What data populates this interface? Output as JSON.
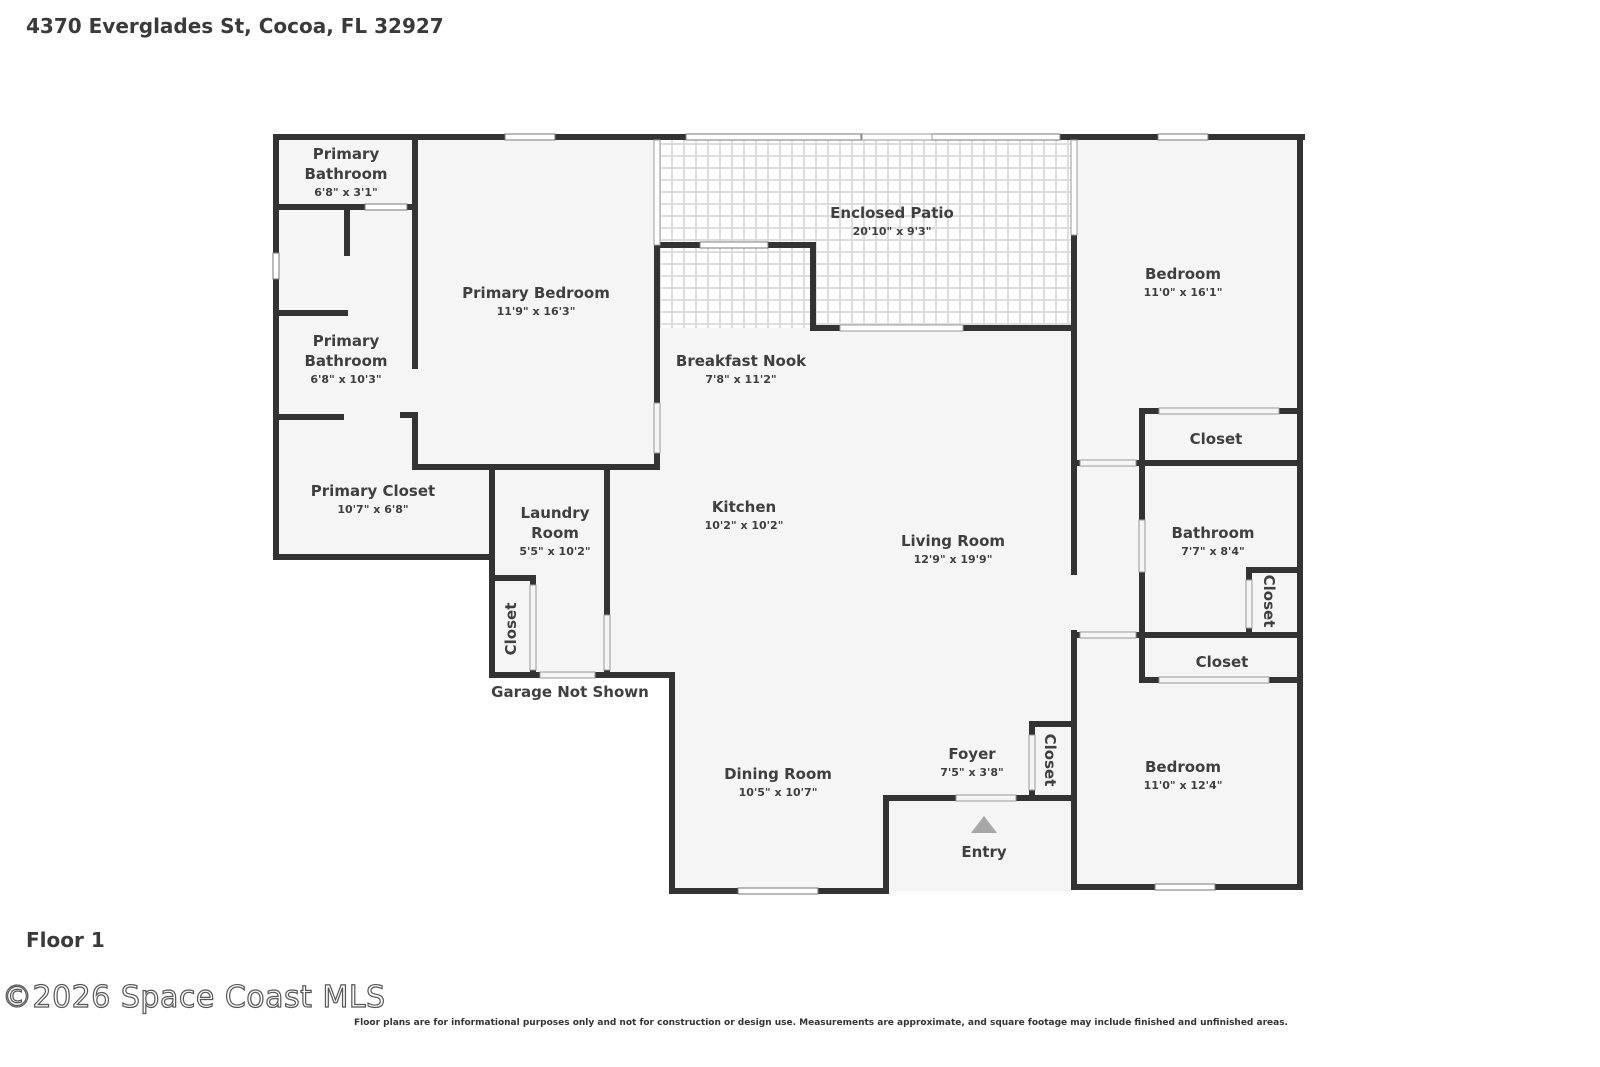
{
  "address": "4370 Everglades St, Cocoa, FL 32927",
  "floor_label": "Floor 1",
  "watermark": "©2026 Space Coast MLS",
  "disclaimer": "Floor plans are for informational purposes only and not for construction or design use. Measurements are approximate, and square footage may include finished and unfinished areas.",
  "colors": {
    "wall": "#333333",
    "floor": "#f5f5f5",
    "window": "#ffffff",
    "patio_grid": "#dddddd",
    "text": "#3f3f3f"
  },
  "rooms": {
    "primary_bath_1": {
      "name1": "Primary",
      "name2": "Bathroom",
      "dims": "6'8\" x 3'1\""
    },
    "primary_bedroom": {
      "name": "Primary Bedroom",
      "dims": "11'9\" x 16'3\""
    },
    "enclosed_patio": {
      "name": "Enclosed Patio",
      "dims": "20'10\" x 9'3\""
    },
    "bedroom_1": {
      "name": "Bedroom",
      "dims": "11'0\" x 16'1\""
    },
    "primary_bath_2": {
      "name1": "Primary",
      "name2": "Bathroom",
      "dims": "6'8\" x 10'3\""
    },
    "breakfast_nook": {
      "name": "Breakfast Nook",
      "dims": "7'8\" x 11'2\""
    },
    "closet_1": {
      "name": "Closet"
    },
    "primary_closet": {
      "name": "Primary Closet",
      "dims": "10'7\" x 6'8\""
    },
    "laundry": {
      "name1": "Laundry",
      "name2": "Room",
      "dims": "5'5\" x 10'2\""
    },
    "kitchen": {
      "name": "Kitchen",
      "dims": "10'2\" x 10'2\""
    },
    "living_room": {
      "name": "Living Room",
      "dims": "12'9\" x 19'9\""
    },
    "bathroom": {
      "name": "Bathroom",
      "dims": "7'7\" x 8'4\""
    },
    "closet_2": {
      "name": "Closet"
    },
    "closet_3": {
      "name": "Closet"
    },
    "closet_4": {
      "name": "Closet"
    },
    "garage_note": {
      "name": "Garage Not Shown"
    },
    "dining_room": {
      "name": "Dining Room",
      "dims": "10'5\" x 10'7\""
    },
    "foyer": {
      "name": "Foyer",
      "dims": "7'5\" x 3'8\""
    },
    "closet_5": {
      "name": "Closet"
    },
    "bedroom_2": {
      "name": "Bedroom",
      "dims": "11'0\" x 12'4\""
    }
  },
  "entry_label": "Entry"
}
